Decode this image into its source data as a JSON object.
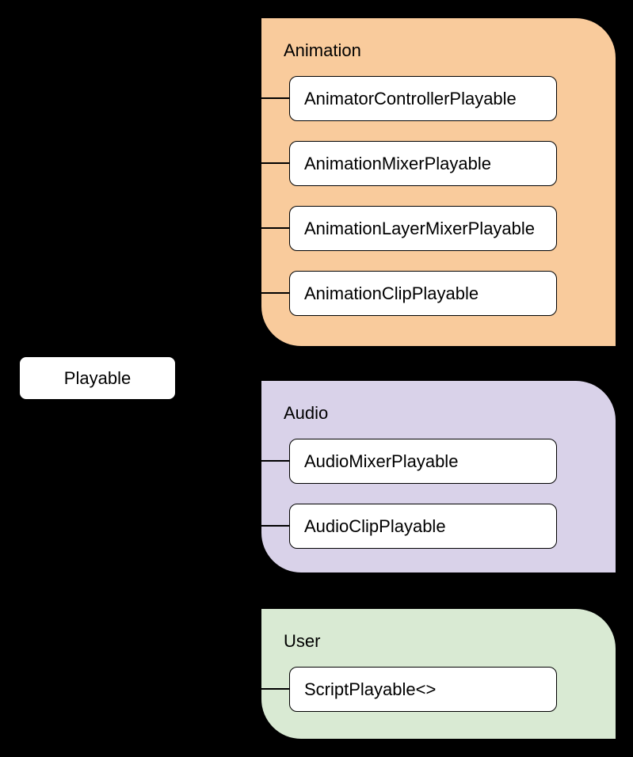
{
  "canvas": {
    "background": "#000000",
    "text_color": "#000000"
  },
  "diagram": {
    "root": {
      "label": "Playable"
    },
    "groups": [
      {
        "label": "Animation",
        "color": "#f9cb9c",
        "items": [
          {
            "label": "AnimatorControllerPlayable"
          },
          {
            "label": "AnimationMixerPlayable"
          },
          {
            "label": "AnimationLayerMixerPlayable"
          },
          {
            "label": "AnimationClipPlayable"
          }
        ]
      },
      {
        "label": "Audio",
        "color": "#d9d2e9",
        "items": [
          {
            "label": "AudioMixerPlayable"
          },
          {
            "label": "AudioClipPlayable"
          }
        ]
      },
      {
        "label": "User",
        "color": "#d9ead3",
        "items": [
          {
            "label": "ScriptPlayable<>"
          }
        ]
      }
    ],
    "node_style": {
      "background": "#ffffff",
      "border": "#000000"
    },
    "connector_color": "#000000"
  }
}
